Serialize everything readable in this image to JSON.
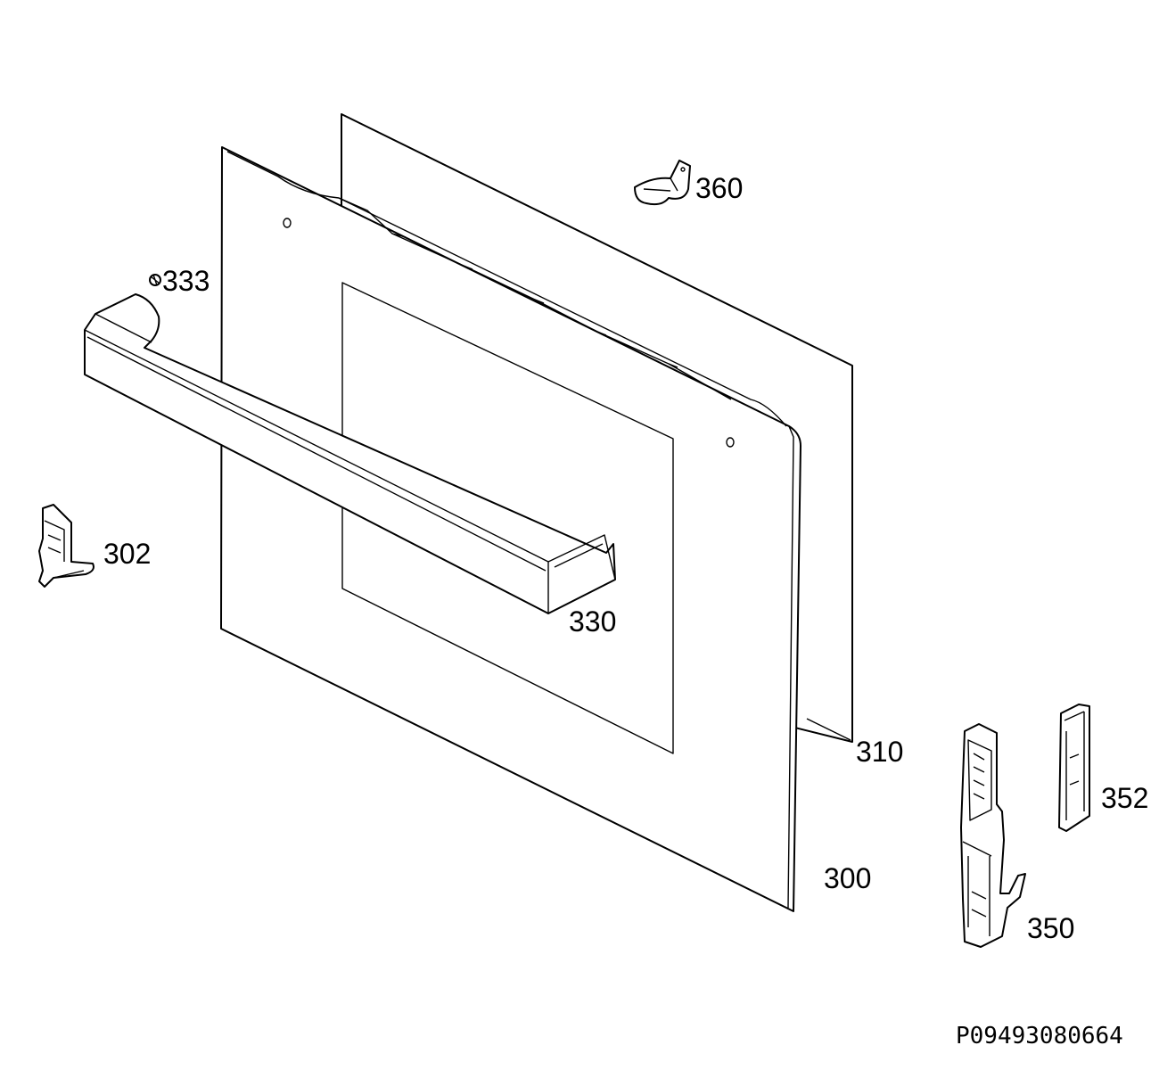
{
  "labels": {
    "p300": "300",
    "p302": "302",
    "p310": "310",
    "p330": "330",
    "p333": "333",
    "p350": "350",
    "p352": "352",
    "p360": "360"
  },
  "drawing_code": "P09493080664"
}
